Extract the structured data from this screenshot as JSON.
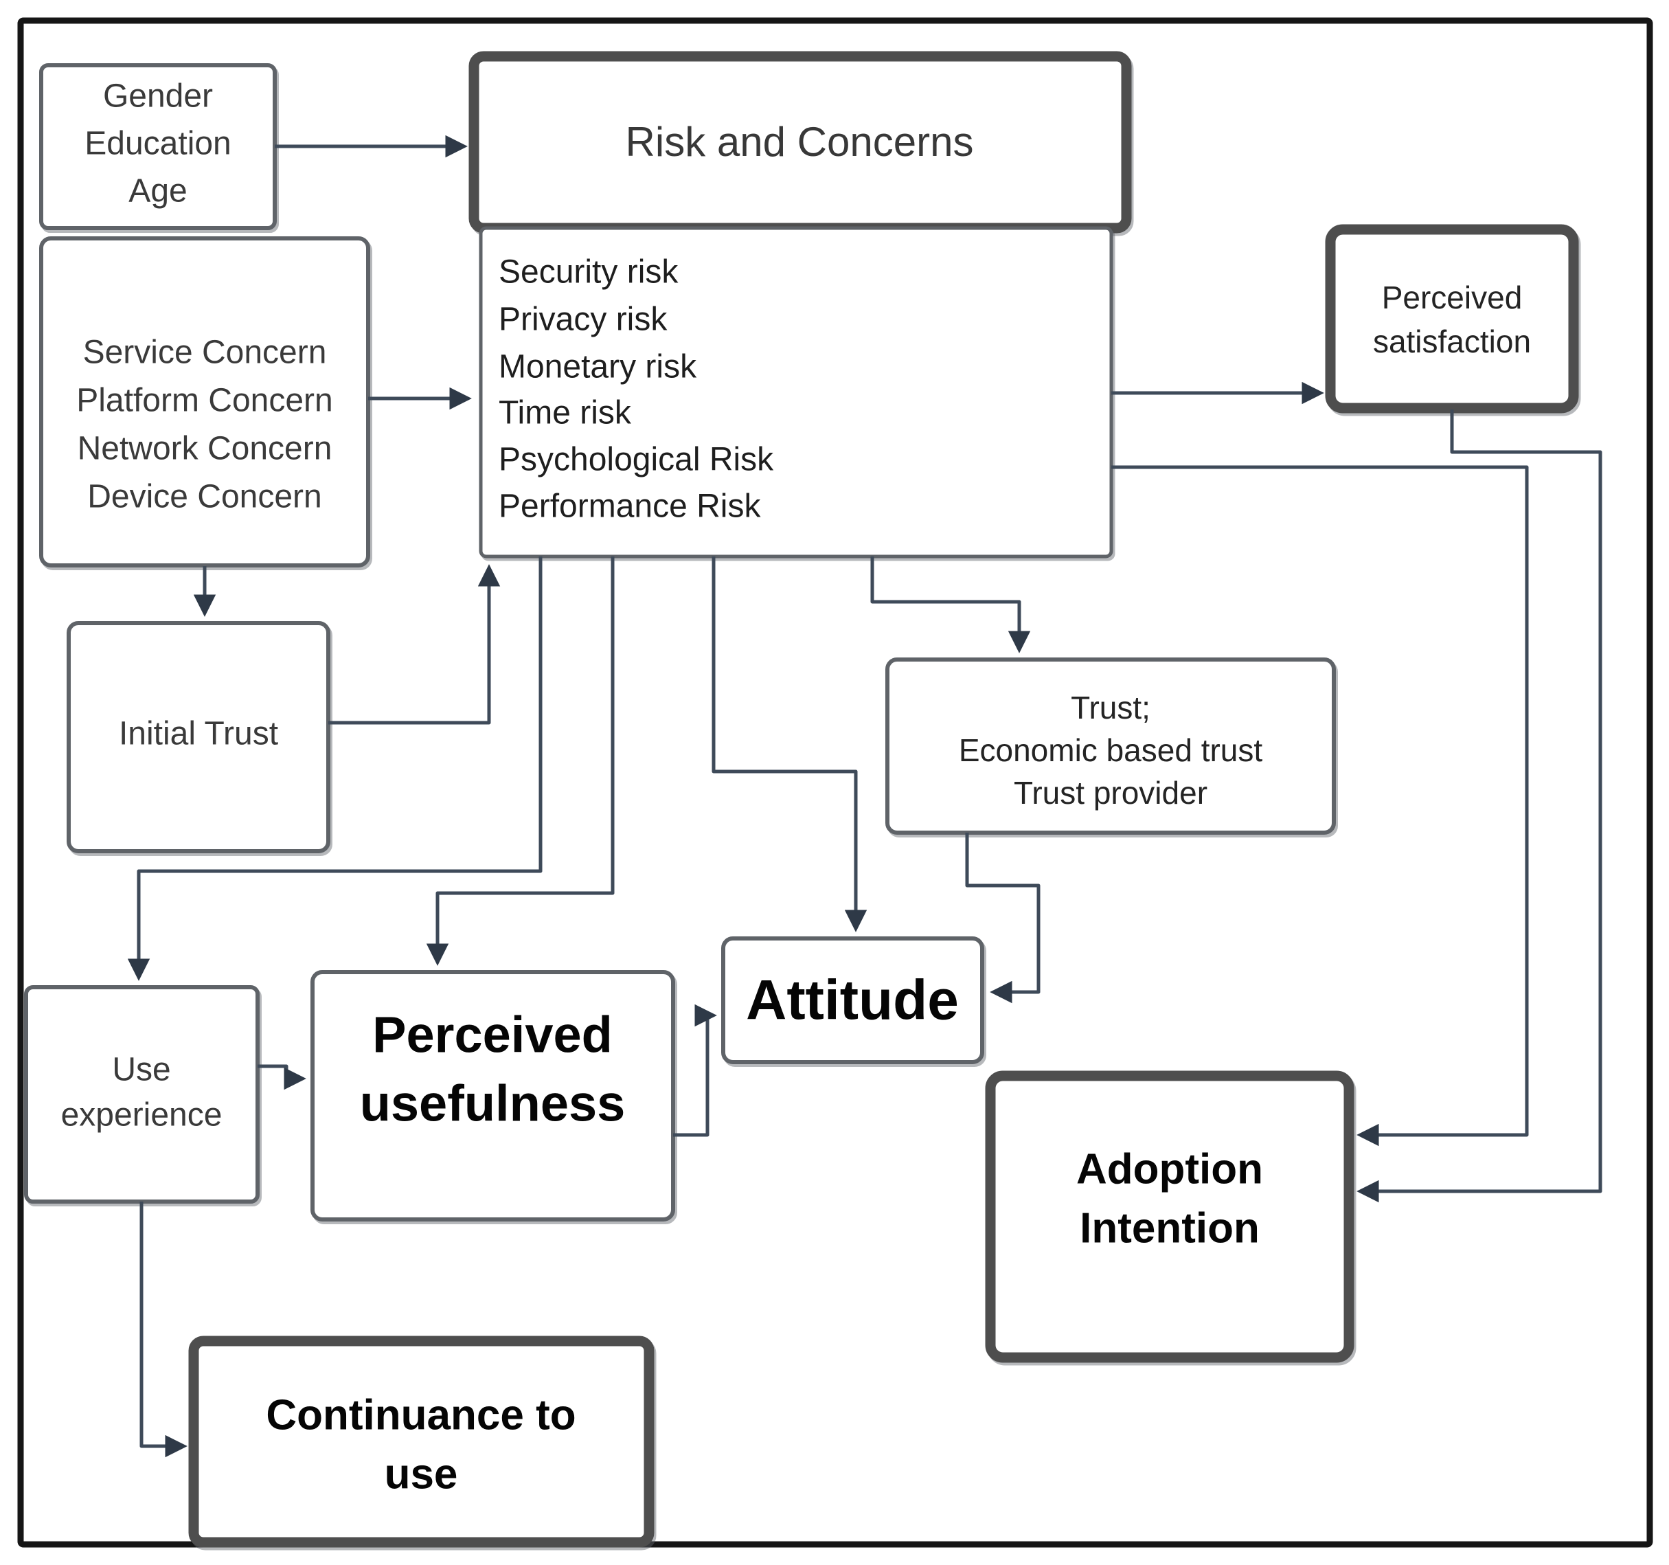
{
  "colors": {
    "background": "#ffffff",
    "outer_border": "#161616",
    "box_border": "#5f6368",
    "emphasis_box_border": "#4e4e4e",
    "connector": "#3e4a59",
    "text": "#3a3a3a",
    "bold_text": "#050505"
  },
  "nodes": {
    "gender": {
      "lines": [
        "Gender",
        "Education",
        "Age"
      ]
    },
    "risk_header": {
      "lines": [
        "Risk and Concerns"
      ]
    },
    "risk_list": {
      "lines": [
        "Security risk",
        "Privacy risk",
        "Monetary risk",
        "Time risk",
        "Psychological Risk",
        "Performance Risk"
      ]
    },
    "service": {
      "lines": [
        "Service Concern",
        "Platform Concern",
        "Network Concern",
        "Device Concern"
      ]
    },
    "initial_trust": {
      "lines": [
        "Initial Trust"
      ]
    },
    "perceived_satisfaction": {
      "lines": [
        "Perceived",
        "satisfaction"
      ]
    },
    "trust": {
      "lines": [
        "Trust;",
        "Economic based trust",
        "Trust provider"
      ]
    },
    "use_experience": {
      "lines": [
        "Use",
        "experience"
      ]
    },
    "perceived_usefulness": {
      "lines": [
        "Perceived",
        "usefulness"
      ]
    },
    "attitude": {
      "lines": [
        "Attitude"
      ]
    },
    "adoption_intention": {
      "lines": [
        "Adoption",
        "Intention"
      ]
    },
    "continuance": {
      "lines": [
        "Continuance to",
        "use"
      ]
    }
  },
  "edges": [
    {
      "from": "gender",
      "to": "risk_header"
    },
    {
      "from": "service",
      "to": "risk_list"
    },
    {
      "from": "service",
      "to": "initial_trust"
    },
    {
      "from": "initial_trust",
      "to": "risk_list"
    },
    {
      "from": "risk_list",
      "to": "use_experience"
    },
    {
      "from": "risk_list",
      "to": "perceived_usefulness"
    },
    {
      "from": "ris_list_alias_risk",
      "to": "attitude"
    },
    {
      "from": "risk_list",
      "to": "trust"
    },
    {
      "from": "risk_list",
      "to": "perceived_satisfaction"
    },
    {
      "from": "risk_list",
      "to": "adoption_intention"
    },
    {
      "from": "perceived_satisfaction",
      "to": "adoption_intention"
    },
    {
      "from": "trust",
      "to": "attitude"
    },
    {
      "from": "use_experience",
      "to": "perceived_usefulness"
    },
    {
      "from": "perceived_usefulness",
      "to": "attitude"
    },
    {
      "from": "use_experience",
      "to": "continuance"
    }
  ]
}
